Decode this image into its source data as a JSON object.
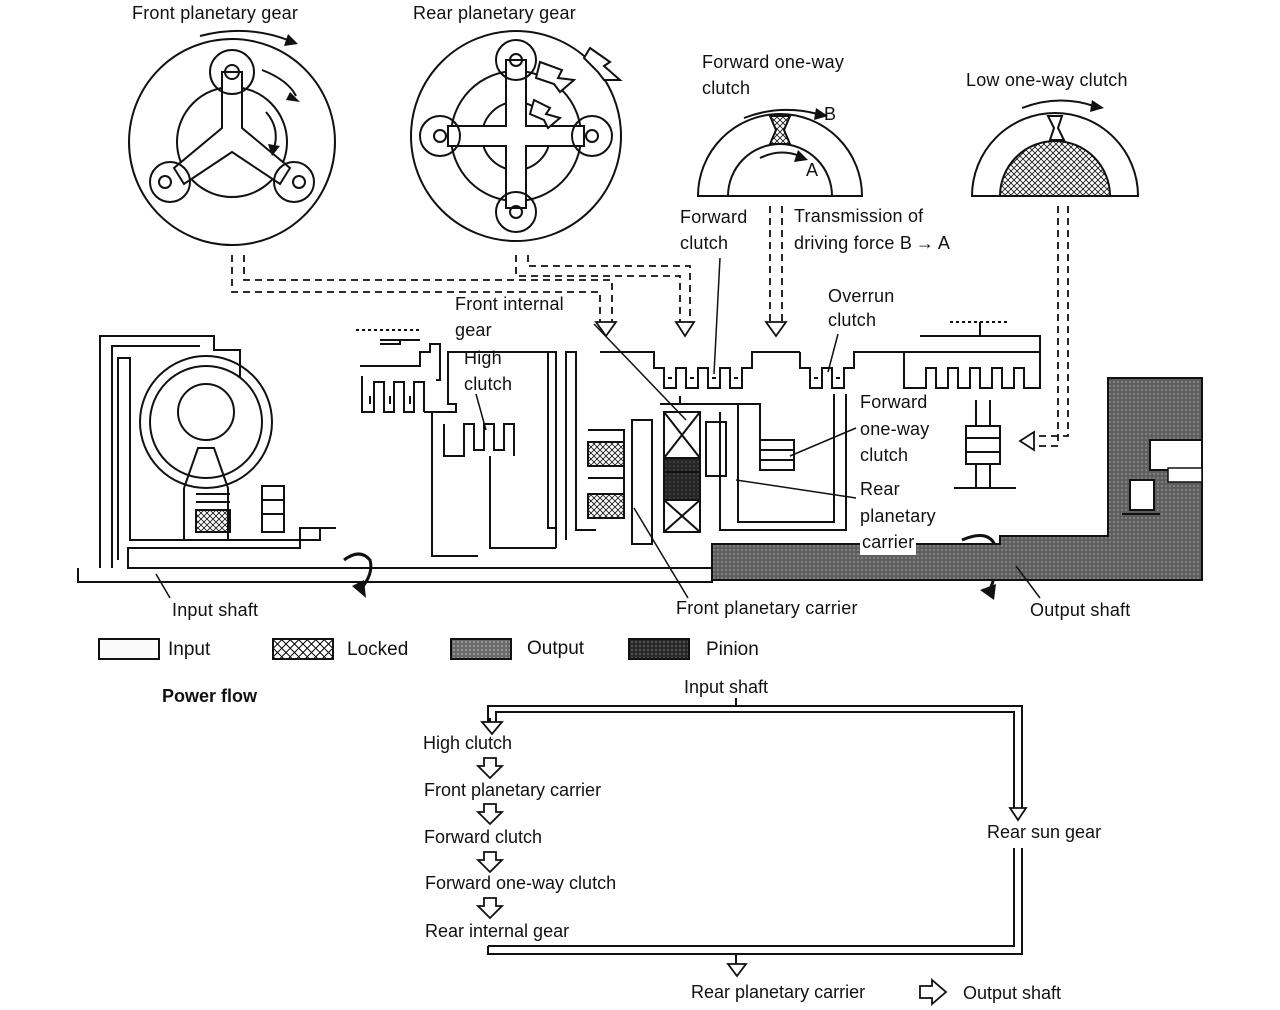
{
  "diagram": {
    "labels": {
      "front_planetary_gear": "Front planetary gear",
      "rear_planetary_gear": "Rear planetary gear",
      "forward_one_way_clutch_top_1": "Forward one-way",
      "forward_one_way_clutch_top_2": "clutch",
      "low_one_way_clutch": "Low one-way clutch",
      "point_b": "B",
      "point_a": "A",
      "forward_clutch_1": "Forward",
      "forward_clutch_2": "clutch",
      "transmission_1": "Transmission of",
      "transmission_2": "driving force B → A",
      "front_internal_gear_1": "Front internal",
      "front_internal_gear_2": "gear",
      "overrun_clutch_1": "Overrun",
      "overrun_clutch_2": "clutch",
      "high_clutch_1": "High",
      "high_clutch_2": "clutch",
      "forward_one_way_clutch_1": "Forward",
      "forward_one_way_clutch_2": "one-way",
      "forward_one_way_clutch_3": "clutch",
      "rear_planetary_carrier_1": "Rear",
      "rear_planetary_carrier_2": "planetary",
      "rear_planetary_carrier_3": "carrier",
      "input_shaft": "Input shaft",
      "front_planetary_carrier": "Front planetary carrier",
      "output_shaft": "Output shaft"
    }
  },
  "legend": {
    "input": "Input",
    "locked": "Locked",
    "output": "Output",
    "pinion": "Pinion"
  },
  "power_flow": {
    "title": "Power flow",
    "input_shaft": "Input shaft",
    "steps": [
      "High clutch",
      "Front planetary carrier",
      "Forward clutch",
      "Forward one-way clutch",
      "Rear internal gear"
    ],
    "rear_sun_gear": "Rear sun gear",
    "rear_planetary_carrier": "Rear planetary carrier",
    "output_shaft": "Output shaft"
  },
  "colors": {
    "line": "#111111",
    "output_fill": "#6a6a6a",
    "pinion_fill": "#2a2a2a"
  }
}
